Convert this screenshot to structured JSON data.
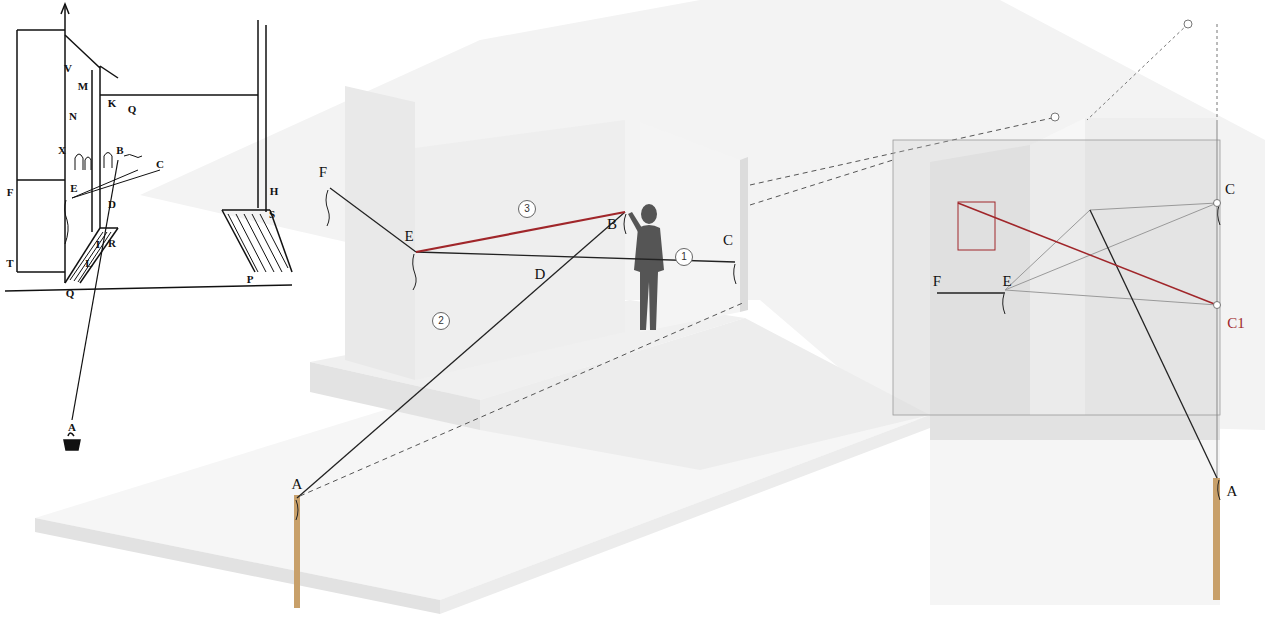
{
  "diagram": {
    "nodes": [
      {
        "text": [
          "1"
        ]
      },
      {
        "text": [
          "2"
        ]
      },
      {
        "text": [
          "3"
        ]
      }
    ],
    "labels": [
      "V",
      "M",
      "N",
      "X",
      "K",
      "Q",
      "B",
      "C",
      "F",
      "E",
      "D",
      "H",
      "S",
      "I",
      "R",
      "L",
      "T",
      "Q",
      "P",
      "A",
      "F",
      "E",
      "B",
      "D",
      "C",
      "A",
      "C",
      "F",
      "E",
      "C1",
      "A"
    ]
  }
}
